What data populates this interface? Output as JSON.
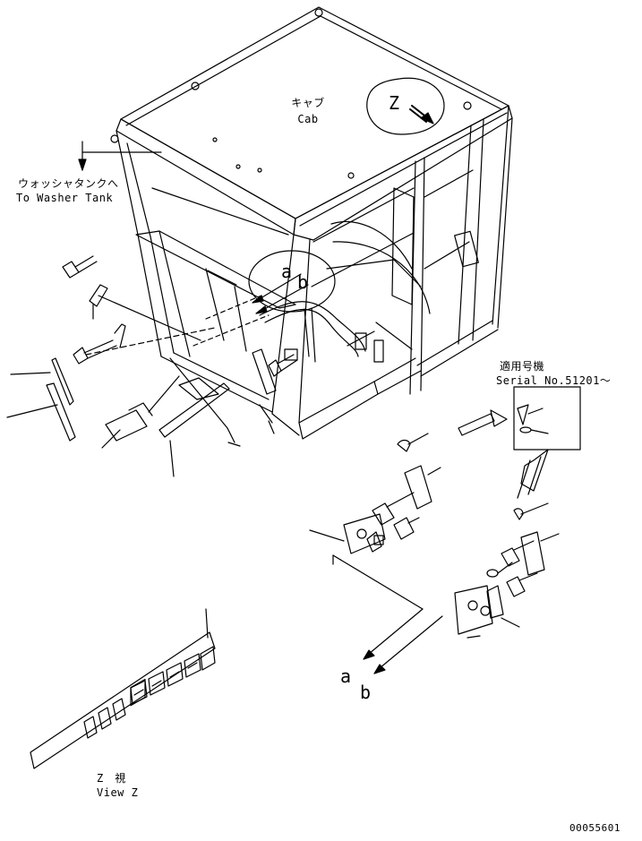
{
  "labels": {
    "cab_jp": "キャブ",
    "cab_en": "Cab",
    "view_letter": "Z",
    "washer_jp": "ウォッシャタンクへ",
    "washer_en": "To Washer Tank",
    "marker_a": "a",
    "marker_b": "b",
    "serial_jp": "適用号機",
    "serial_en": "Serial No.51201〜",
    "view_jp": "Z　視",
    "view_en": "View Z",
    "drawing_number": "00055601"
  }
}
